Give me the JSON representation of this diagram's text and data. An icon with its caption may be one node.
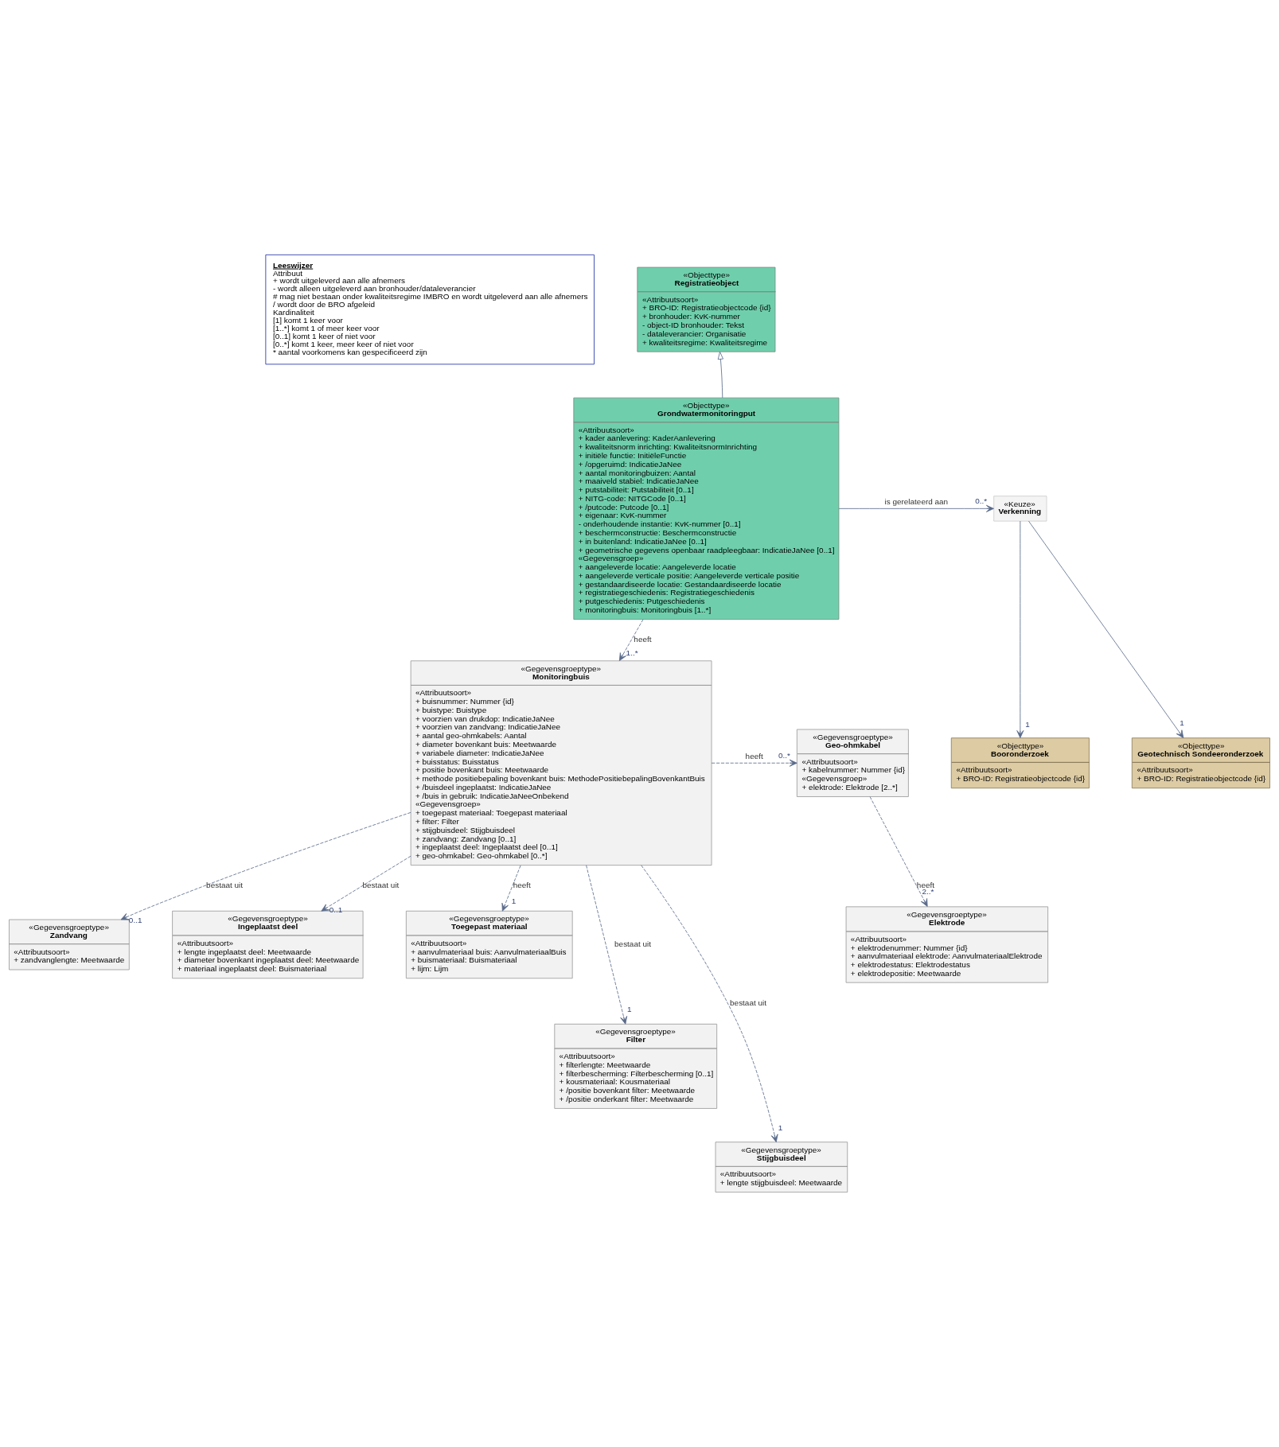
{
  "diagram": {
    "nodes": [
      {
        "text": [
          "Leeswijzer",
          "Attribuut",
          "+ wordt uitgeleverd aan alle afnemers",
          "- wordt alleen uitgeleverd aan bronhouder/dataleverancier",
          "# mag niet bestaan onder kwaliteitsregime IMBRO en wordt uitgeleverd aan alle afnemers",
          "/ wordt door de BRO afgeleid",
          "Kardinaliteit",
          "[1] komt 1 keer voor",
          "[1..*] komt 1 of meer keer voor",
          "[0..1] komt 1 keer of niet voor",
          "[0..*] komt 1 keer, meer keer of niet voor",
          "* aantal voorkomens kan gespecificeerd zijn"
        ]
      },
      {
        "text": [
          "«Objecttype»",
          "Registratieobject",
          "«Attribuutsoort»",
          "+ BRO-ID: Registratieobjectcode {id}",
          "+ bronhouder: KvK-nummer",
          "- object-ID bronhouder: Tekst",
          "- dataleverancier: Organisatie",
          "+ kwaliteitsregime: Kwaliteitsregime"
        ]
      },
      {
        "text": [
          "«Objecttype»",
          "Grondwatermonitoringput",
          "«Attribuutsoort»",
          "+ kader aanlevering: KaderAanlevering",
          "+ kwaliteitsnorm inrichting: KwaliteitsnormInrichting",
          "+ initiële functie: InitiëleFunctie",
          "+ /opgeruimd: IndicatieJaNee",
          "+ aantal monitoringbuizen: Aantal",
          "+ maaiveld stabiel: IndicatieJaNee",
          "+ putstabiliteit: Putstabiliteit [0..1]",
          "+ NITG-code: NITGCode [0..1]",
          "+ /putcode: Putcode [0..1]",
          "+ eigenaar: KvK-nummer",
          "- onderhoudende instantie: KvK-nummer [0..1]",
          "+ beschermconstructie: Beschermconstructie",
          "+ in buitenland: IndicatieJaNee [0..1]",
          "+ geometrische gegevens openbaar raadpleegbaar: IndicatieJaNee [0..1]",
          "«Gegevensgroep»",
          "+ aangeleverde locatie: Aangeleverde locatie",
          "+ aangeleverde verticale positie: Aangeleverde verticale positie",
          "+ gestandaardiseerde locatie: Gestandaardiseerde locatie",
          "+ registratiegeschiedenis: Registratiegeschiedenis",
          "+ putgeschiedenis: Putgeschiedenis",
          "+ monitoringbuis: Monitoringbuis [1..*]"
        ]
      },
      {
        "text": [
          "«Objecttype»",
          "Booronderzoek",
          "«Attribuutsoort»",
          "+ BRO-ID: Registratieobjectcode {id}"
        ]
      },
      {
        "text": [
          "«Keuze»",
          "Verkenning"
        ]
      },
      {
        "text": [
          "«Objecttype»",
          "Geotechnisch Sondeeronderzoek",
          "«Attribuutsoort»",
          "+ BRO-ID: Registratieobjectcode {id}"
        ]
      },
      {
        "text": [
          "«Gegevensgroeptype»",
          "Geo-ohmkabel",
          "«Attribuutsoort»",
          "+ kabelnummer: Nummer {id}",
          "«Gegevensgroep»",
          "+ elektrode: Elektrode [2..*]"
        ]
      },
      {
        "text": [
          "«Gegevensgroeptype»",
          "Monitoringbuis",
          "«Attribuutsoort»",
          "+ buisnummer: Nummer {id}",
          "+ buistype: Buistype",
          "+ voorzien van drukdop: IndicatieJaNee",
          "+ voorzien van zandvang: IndicatieJaNee",
          "+ aantal geo-ohmkabels: Aantal",
          "+ diameter bovenkant buis: Meetwaarde",
          "+ variabele diameter: IndicatieJaNee",
          "+ buisstatus: Buisstatus",
          "+ positie bovenkant buis: Meetwaarde",
          "+ methode positiebepaling bovenkant buis: MethodePositiebepalingBovenkantBuis",
          "+ /buisdeel ingeplaatst: IndicatieJaNee",
          "+ /buis in gebruik: IndicatieJaNeeOnbekend",
          "«Gegevensgroep»",
          "+ toegepast materiaal: Toegepast materiaal",
          "+ filter: Filter",
          "+ stijgbuisdeel: Stijgbuisdeel",
          "+ zandvang: Zandvang [0..1]",
          "+ ingeplaatst deel: Ingeplaatst deel [0..1]",
          "+ geo-ohmkabel: Geo-ohmkabel [0..*]"
        ]
      },
      {
        "text": [
          "«Gegevensgroeptype»",
          "Zandvang",
          "«Attribuutsoort»",
          "+ zandvanglengte: Meetwaarde"
        ]
      },
      {
        "text": [
          "«Gegevensgroeptype»",
          "Elektrode",
          "«Attribuutsoort»",
          "+ elektrodenummer: Nummer {id}",
          "+ aanvulmateriaal elektrode: AanvulmateriaalElektrode",
          "+ elektrodestatus: Elektrodestatus",
          "+ elektrodepositie: Meetwaarde"
        ]
      },
      {
        "text": [
          "«Gegevensgroeptype»",
          "Ingeplaatst deel",
          "«Attribuutsoort»",
          "+ lengte ingeplaatst deel: Meetwaarde",
          "+ diameter bovenkant ingeplaatst deel: Meetwaarde",
          "+ materiaal ingeplaatst deel: Buismateriaal"
        ]
      },
      {
        "text": [
          "«Gegevensgroeptype»",
          "Toegepast materiaal",
          "«Attribuutsoort»",
          "+ aanvulmateriaal buis: AanvulmateriaalBuis",
          "+ buismateriaal: Buismateriaal",
          "+ lijm: Lijm"
        ]
      },
      {
        "text": [
          "«Gegevensgroeptype»",
          "Filter",
          "«Attribuutsoort»",
          "+ filterlengte: Meetwaarde",
          "+ filterbescherming: Filterbescherming [0..1]",
          "+ kousmateriaal: Kousmateriaal",
          "+ /positie bovenkant filter: Meetwaarde",
          "+ /positie onderkant filter: Meetwaarde"
        ]
      },
      {
        "text": [
          "«Gegevensgroeptype»",
          "Stijgbuisdeel",
          "«Attribuutsoort»",
          "+ lengte stijgbuisdeel: Meetwaarde"
        ]
      }
    ],
    "edges": [
      {
        "from": 2,
        "to": 1,
        "arrow": "to"
      },
      {
        "from": 2,
        "to": 4,
        "arrow": "to",
        "label": "is gerelateerd aan"
      },
      {
        "from": 4,
        "to": 3,
        "arrow": "to"
      },
      {
        "from": 4,
        "to": 5,
        "arrow": "to"
      },
      {
        "from": 2,
        "to": 7,
        "arrow": "to",
        "label": "heeft",
        "style": "dashed"
      },
      {
        "from": 7,
        "to": 6,
        "arrow": "to",
        "label": "heeft",
        "style": "dashed"
      },
      {
        "from": 7,
        "to": 8,
        "arrow": "to",
        "label": "bestaat uit",
        "style": "dashed"
      },
      {
        "from": 6,
        "to": 9,
        "arrow": "to",
        "label": "heeft",
        "style": "dashed"
      },
      {
        "from": 7,
        "to": 10,
        "arrow": "to",
        "label": "bestaat uit",
        "style": "dashed"
      },
      {
        "from": 7,
        "to": 11,
        "arrow": "to",
        "label": "heeft",
        "style": "dashed"
      },
      {
        "from": 7,
        "to": 12,
        "arrow": "to",
        "label": "bestaat uit",
        "style": "dashed"
      },
      {
        "from": 7,
        "to": 13,
        "arrow": "to",
        "label": "bestaat uit",
        "style": "dashed"
      }
    ],
    "labels": [
      "0..*",
      "1",
      "1",
      "1..*",
      "0..*",
      "0..1",
      "2..*",
      "0..1",
      "1",
      "1",
      "1"
    ]
  }
}
